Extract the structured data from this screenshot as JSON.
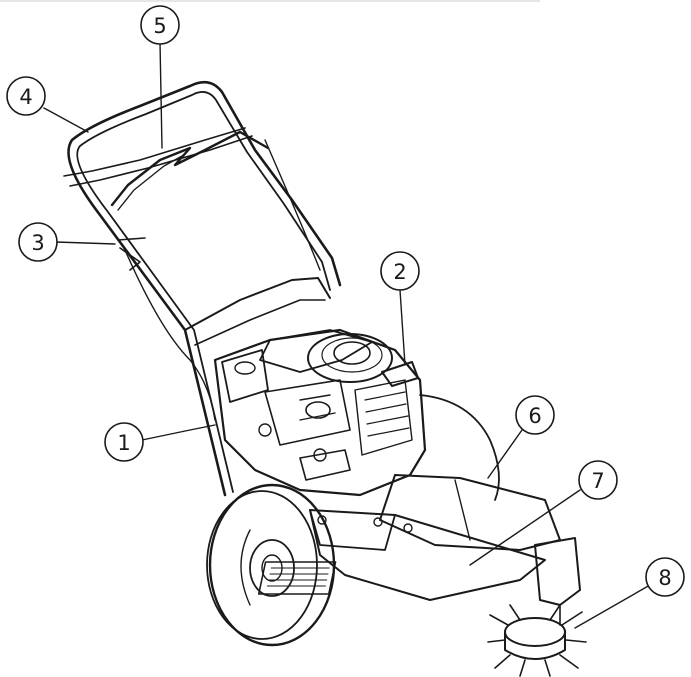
{
  "diagram": {
    "callouts": [
      {
        "id": "c1",
        "label": "1"
      },
      {
        "id": "c2",
        "label": "2"
      },
      {
        "id": "c3",
        "label": "3"
      },
      {
        "id": "c4",
        "label": "4"
      },
      {
        "id": "c5",
        "label": "5"
      },
      {
        "id": "c6",
        "label": "6"
      },
      {
        "id": "c7",
        "label": "7"
      },
      {
        "id": "c8",
        "label": "8"
      }
    ],
    "colors": {
      "ink": "#1a1a1a",
      "paper": "#ffffff",
      "shade": "#dcdcdc"
    }
  }
}
